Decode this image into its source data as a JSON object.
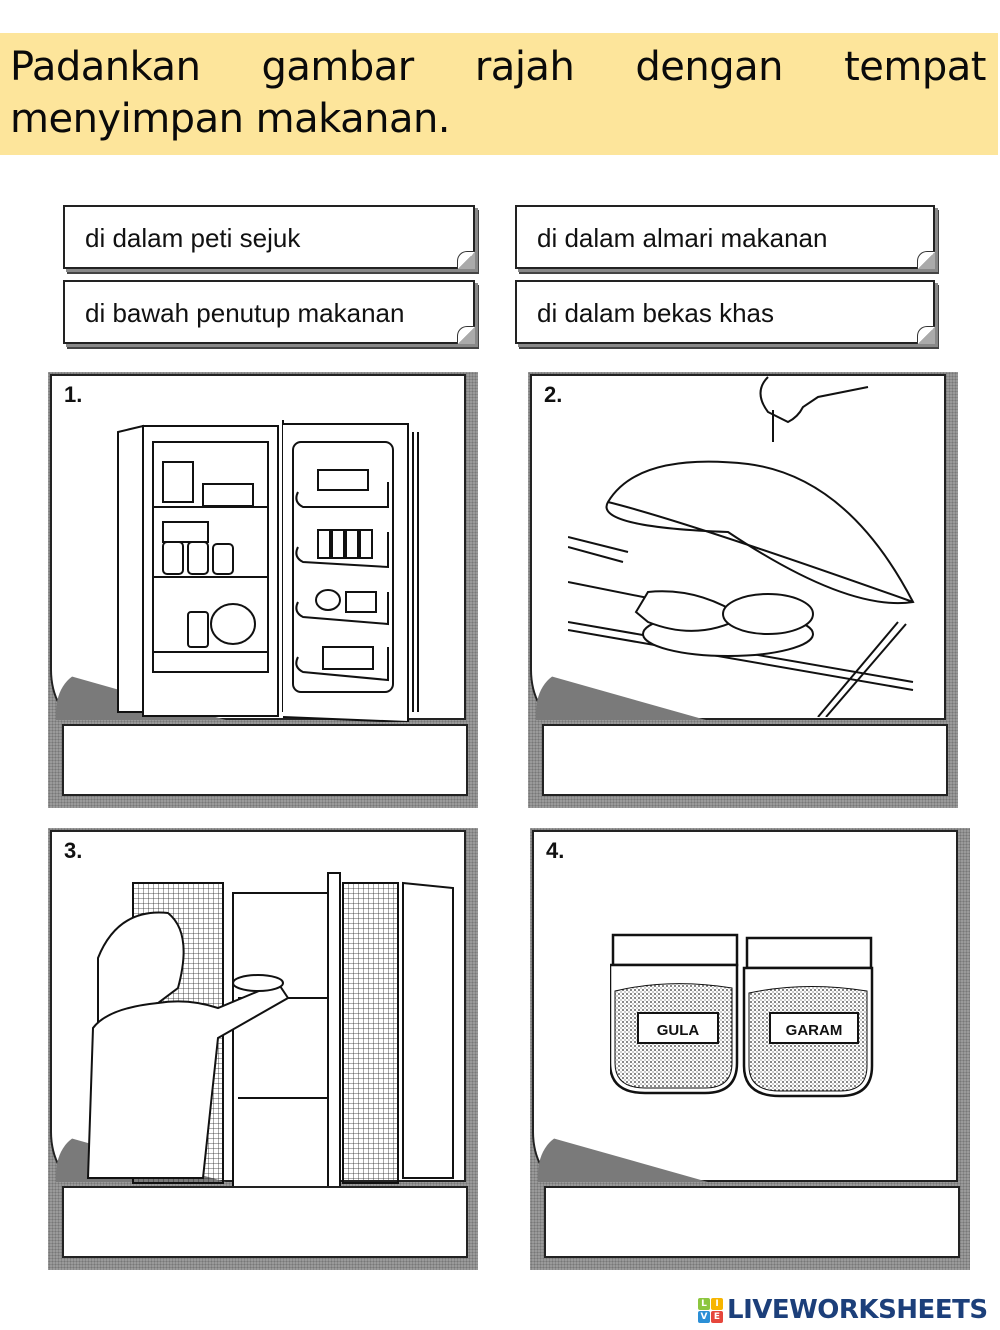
{
  "instruction": {
    "line1_words": [
      "Padankan",
      "gambar",
      "rajah",
      "dengan",
      "tempat"
    ],
    "line2": "menyimpan makanan."
  },
  "labels": [
    {
      "text": "di dalam peti sejuk"
    },
    {
      "text": "di dalam almari makanan"
    },
    {
      "text": "di bawah penutup makanan"
    },
    {
      "text": "di dalam bekas khas"
    }
  ],
  "panels": [
    {
      "number": "1.",
      "image": "refrigerator-open-with-food",
      "answer": ""
    },
    {
      "number": "2.",
      "image": "hand-lifting-food-cover-over-fish-plate",
      "answer": ""
    },
    {
      "number": "3.",
      "image": "girl-placing-dish-in-food-cabinet",
      "answer": ""
    },
    {
      "number": "4.",
      "image": "two-jars-sugar-salt",
      "answer": ""
    }
  ],
  "jars": {
    "left_label": "GULA",
    "right_label": "GARAM"
  },
  "branding": {
    "tiles": [
      "L",
      "I",
      "V",
      "E"
    ],
    "tile_colors": [
      "#8cc63f",
      "#f7b500",
      "#2b8fd6",
      "#e6463c"
    ],
    "name": "LIVEWORKSHEETS",
    "color": "#1c3f7a"
  },
  "colors": {
    "instruction_bg": "#fde59b"
  }
}
